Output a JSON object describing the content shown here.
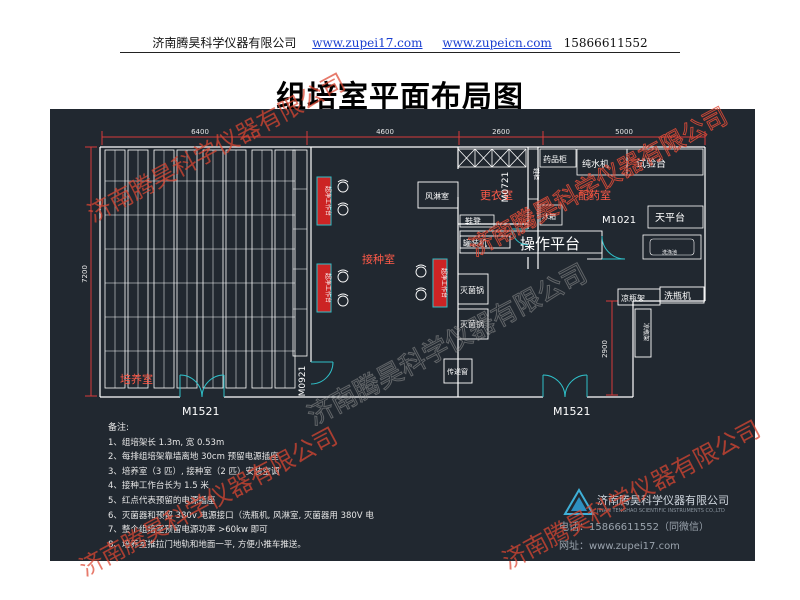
{
  "header": {
    "company": "济南腾昊科学仪器有限公司",
    "website_1": "www.zupei17.com",
    "website_2": "www.zupeicn.com",
    "phone": "15866611552"
  },
  "title": "组培室平面布局图",
  "dimensions": {
    "top": [
      "6400",
      "4600",
      "2600",
      "5000"
    ],
    "left": "7200",
    "right": "2900"
  },
  "rooms": {
    "culture": "培养室",
    "inoculation": "接种室",
    "changing": "更衣室",
    "dispensing": "配药室"
  },
  "doors": {
    "m1521_left": "M1521",
    "m1521_right": "M1521",
    "m0921": "M0921",
    "m0721": "M0721",
    "m1021": "M1021"
  },
  "equipment": {
    "workbench_1": "超净工作台",
    "workbench_2": "超净工作台",
    "workbench_3": "超净工作台",
    "air_shower": "风淋室",
    "shoe_rack": "鞋柜",
    "bench": "鞋凳",
    "medicine_cabinet": "药品柜",
    "water_machine": "纯水机",
    "test_bench": "试验台",
    "fridge": "冰箱",
    "balance_table": "天平台",
    "bottling": "罐装机",
    "operation_platform": "操作平台",
    "sink": "洗涤池",
    "autoclave_1": "灭菌锅",
    "autoclave_2": "灭菌锅",
    "pass_box": "传递窗",
    "drying_rack": "凉瓶架",
    "drying_rack_2": "凉瓶架",
    "bottle_washer": "洗瓶机"
  },
  "notes": {
    "heading": "备注:",
    "items": [
      "1、组培架长 1.3m, 宽 0.53m",
      "2、每排组培架靠墙离地 30cm 预留电源插座",
      "3、培养室（3 匹）, 接种室（2 匹）安装空调",
      "4、接种工作台长为 1.5 米",
      "5、红点代表预留的电源插座",
      "6、灭菌器和预留 380v 电源接口（洗瓶机, 风淋室, 灭菌器用 380V 电",
      "7、整个组培室预留电源功率 >60kw 即可",
      "8、培养室推拉门地轨和地面一平, 方便小推车推送。"
    ]
  },
  "logo": {
    "name": "济南腾昊科学仪器有限公司",
    "english": "JINAN TENGHAO SCIENTIFIC INSTRUMENTS CO.,LTD",
    "tel": "电话：15866611552（同微信）",
    "web": "网址：www.zupei17.com"
  },
  "watermark": "济南腾昊科学仪器有限公司",
  "colors": {
    "plan_background": "#212830",
    "walls": "#ffffff",
    "dimension_lines": "#d63a3a",
    "room_labels": "#ff5a48",
    "workbench_fill": "#cc2424",
    "door_arcs": "#2fc0c9",
    "watermark": "#de4632"
  }
}
